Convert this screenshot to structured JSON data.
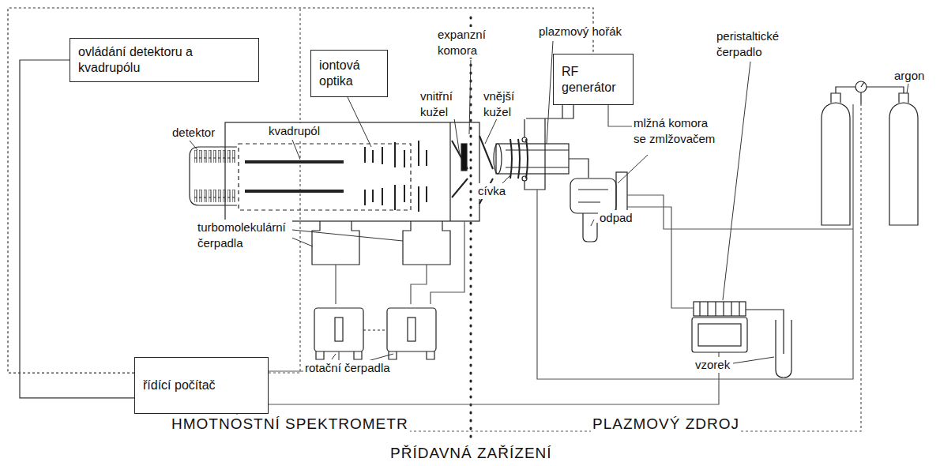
{
  "diagram": {
    "nodes": [
      {
        "text": [
          "ovládání detektoru a kvadrupólu"
        ]
      },
      {
        "text": [
          "iontová optika"
        ]
      },
      {
        "text": [
          "RF generátor"
        ]
      },
      {
        "text": [
          "řídící počítač"
        ]
      }
    ],
    "edges": [
      {
        "from": 0,
        "to": 3,
        "arrow": "none"
      },
      {
        "from": 3,
        "to": 2,
        "arrow": "none"
      }
    ],
    "labels": [
      "detektor",
      "kvadrupól",
      "expanzní komora",
      "vnitřní kužel",
      "vnější kužel",
      "plazmový hořák",
      "peristaltické čerpadlo",
      "mlžná komora se zmlžovačem",
      "cívka",
      "odpad",
      "turbomolekulární čerpadla",
      "rotační čerpadla",
      "vzorek",
      "argon",
      "HMOTNOSTNÍ SPEKTROMETR",
      "PLAZMOVÝ ZDROJ",
      "PŘÍDAVNÁ ZAŘÍZENÍ"
    ]
  }
}
